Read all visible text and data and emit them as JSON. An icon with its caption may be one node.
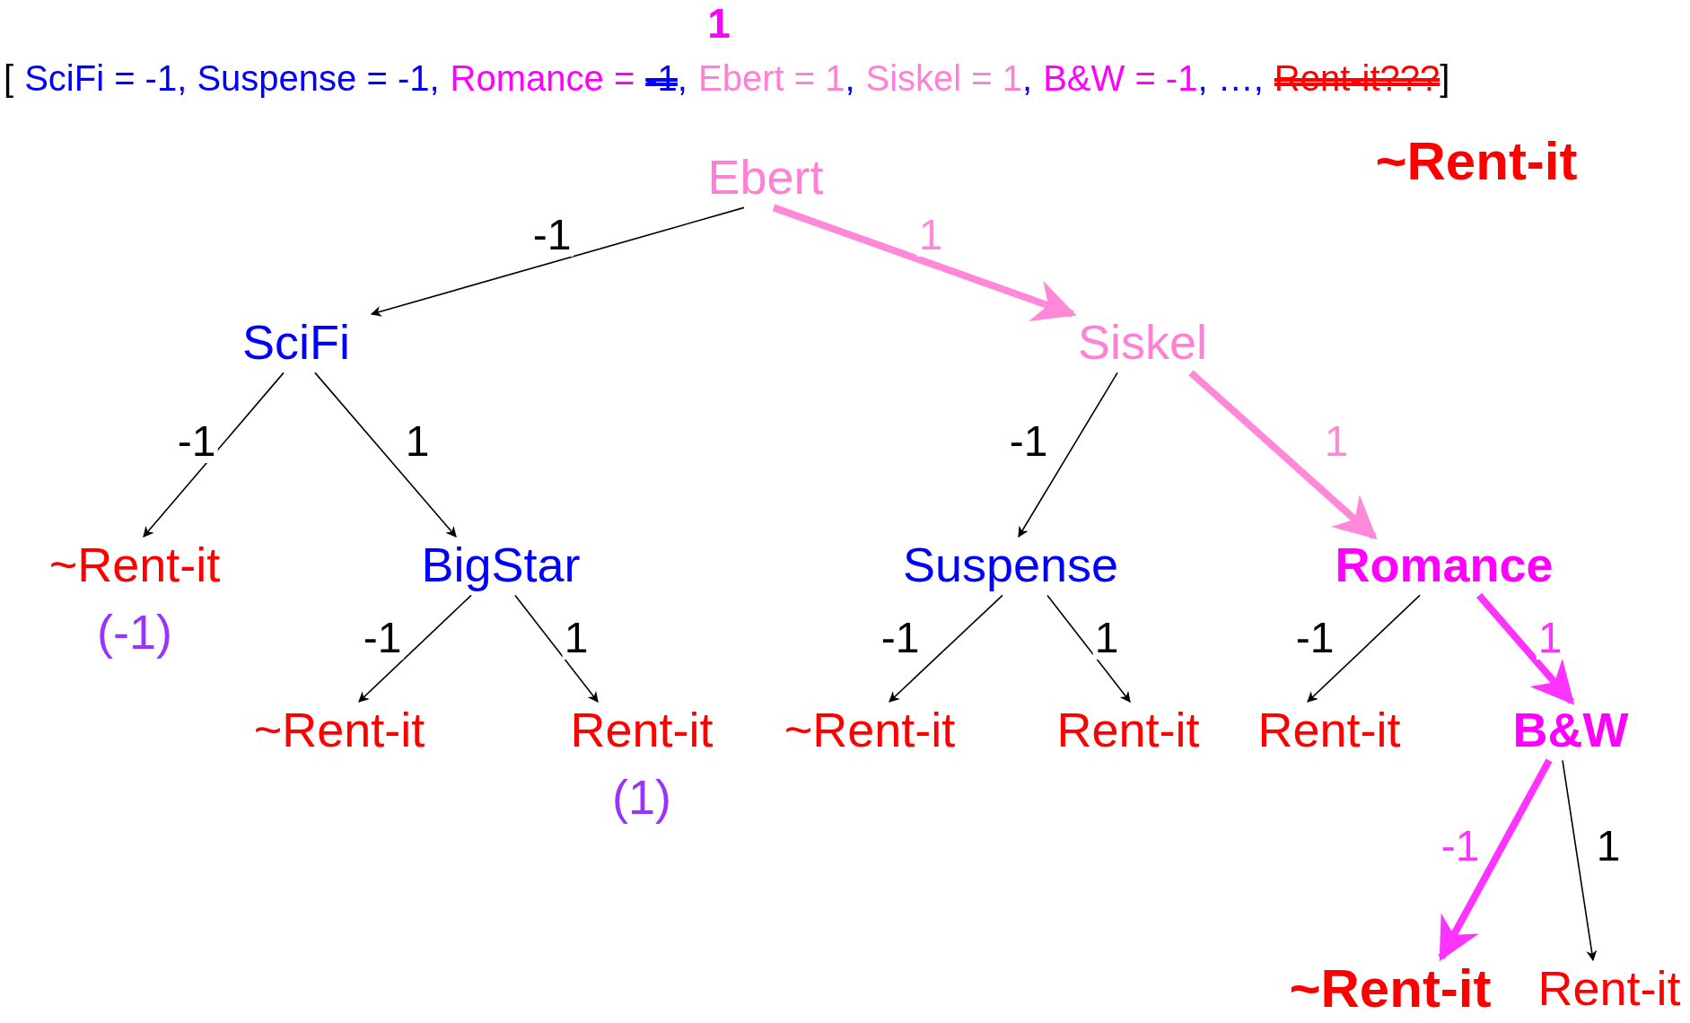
{
  "diagram": {
    "nodes": [
      {
        "text": [
          "Ebert"
        ]
      },
      {
        "text": [
          "SciFi"
        ]
      },
      {
        "text": [
          "Siskel"
        ]
      },
      {
        "text": [
          "~Rent-it"
        ],
        "beside": [
          "(-1)"
        ]
      },
      {
        "text": [
          "BigStar"
        ]
      },
      {
        "text": [
          "Suspense"
        ]
      },
      {
        "text": [
          "Romance"
        ]
      },
      {
        "text": [
          "~Rent-it"
        ]
      },
      {
        "text": [
          "Rent-it"
        ],
        "beside": [
          "(1)"
        ]
      },
      {
        "text": [
          "~Rent-it"
        ]
      },
      {
        "text": [
          "Rent-it"
        ]
      },
      {
        "text": [
          "Rent-it"
        ]
      },
      {
        "text": [
          "B&W"
        ]
      },
      {
        "text": [
          "~Rent-it"
        ]
      },
      {
        "text": [
          "Rent-it"
        ]
      }
    ],
    "edges": [
      {
        "from": 0,
        "to": 1,
        "arrow": "to",
        "label": "-1"
      },
      {
        "from": 0,
        "to": 2,
        "arrow": "to",
        "label": "1",
        "style": "thick",
        "color": "#ff88d8"
      },
      {
        "from": 1,
        "to": 3,
        "arrow": "to",
        "label": "-1"
      },
      {
        "from": 1,
        "to": 4,
        "arrow": "to",
        "label": "1"
      },
      {
        "from": 2,
        "to": 5,
        "arrow": "to",
        "label": "-1"
      },
      {
        "from": 2,
        "to": 6,
        "arrow": "to",
        "label": "1",
        "style": "thick",
        "color": "#ff88d8"
      },
      {
        "from": 4,
        "to": 7,
        "arrow": "to",
        "label": "-1"
      },
      {
        "from": 4,
        "to": 8,
        "arrow": "to",
        "label": "1"
      },
      {
        "from": 5,
        "to": 9,
        "arrow": "to",
        "label": "-1"
      },
      {
        "from": 5,
        "to": 10,
        "arrow": "to",
        "label": "1"
      },
      {
        "from": 6,
        "to": 11,
        "arrow": "to",
        "label": "-1"
      },
      {
        "from": 6,
        "to": 12,
        "arrow": "to",
        "label": "1",
        "style": "thick",
        "color": "#ff33ff"
      },
      {
        "from": 12,
        "to": 13,
        "arrow": "to",
        "label": "-1",
        "style": "thick",
        "color": "#ff33ff"
      },
      {
        "from": 12,
        "to": 14,
        "arrow": "to",
        "label": "1"
      }
    ],
    "labels": [
      "1",
      "[",
      "SciFi = -1, Suspense = -1,",
      "Romance =",
      "-1",
      ",",
      "Ebert = 1",
      ",",
      "Siskel = 1",
      ",",
      "B&W = -1",
      ", …,",
      "Rent-it???",
      "]",
      "~Rent-it"
    ]
  }
}
